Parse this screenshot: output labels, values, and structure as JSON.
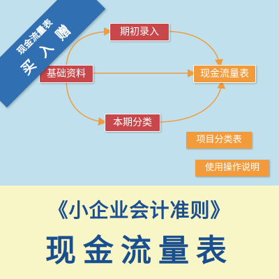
{
  "ribbon": {
    "line1": "现金流量表",
    "line2": "买 入 赠"
  },
  "flow": {
    "node_source": "基础资料",
    "node_opening": "期初录入",
    "node_classify": "本期分类",
    "node_result": "现金流量表"
  },
  "buttons": {
    "item_table": "项目分类表",
    "instructions": "使用操作说明"
  },
  "title": {
    "line1": "《小企业会计准则》",
    "line2": "现金流量表"
  },
  "colors": {
    "sky": "#bfe0ec",
    "cream": "#f8f6c6",
    "red": "#c8474a",
    "orange": "#f29b3d",
    "navy": "#1a4f8f",
    "ribbon": "#2f6fb2"
  }
}
